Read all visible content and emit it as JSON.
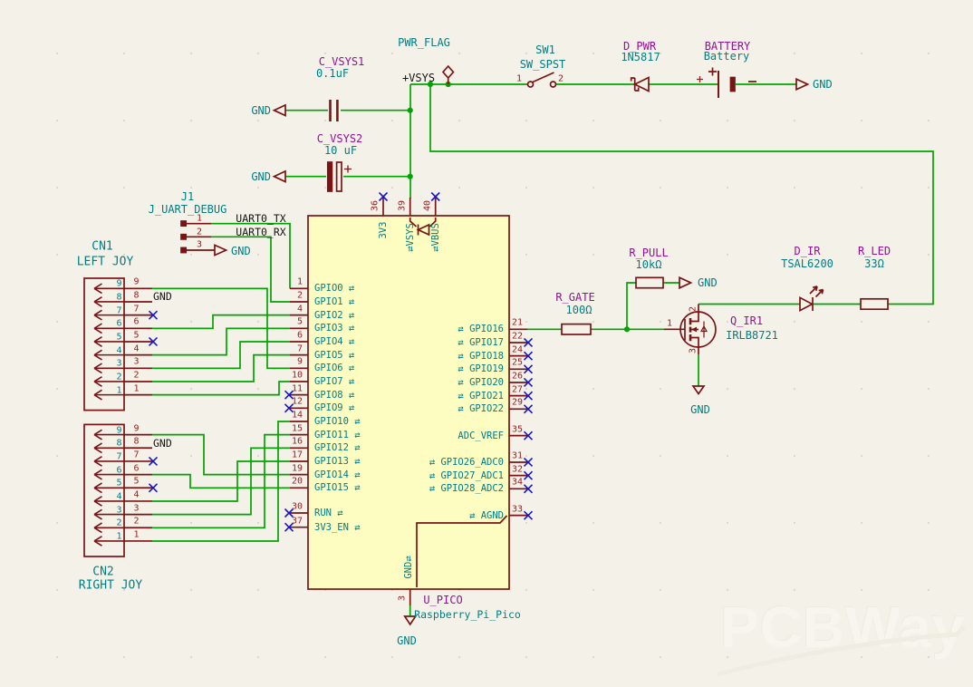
{
  "schematic": {
    "power_rail": {
      "pwr_flag": "PWR_FLAG",
      "net_vsys": "+VSYS",
      "switch": {
        "ref": "SW1",
        "value": "SW_SPST",
        "pin1": "1",
        "pin2": "2"
      },
      "diode": {
        "ref": "D_PWR",
        "value": "1N5817"
      },
      "battery": {
        "ref": "BATTERY",
        "value": "Battery"
      },
      "gnd": "GND"
    },
    "decoupling": {
      "c1": {
        "ref": "C_VSYS1",
        "value": "0.1uF",
        "gnd": "GND"
      },
      "c2": {
        "ref": "C_VSYS2",
        "value": "10 uF",
        "gnd": "GND"
      }
    },
    "uart_header": {
      "ref": "J1",
      "value": "J_UART_DEBUG",
      "pin1": "1",
      "pin2": "2",
      "pin3": "3",
      "net_tx": "UART0_TX",
      "net_rx": "UART0_RX",
      "gnd": "GND"
    },
    "cn1": {
      "ref": "CN1",
      "value": "LEFT JOY",
      "pins": [
        {
          "num": "9",
          "name": "9"
        },
        {
          "num": "8",
          "name": "8",
          "net": "GND"
        },
        {
          "num": "7",
          "name": "7",
          "nc": true
        },
        {
          "num": "6",
          "name": "6"
        },
        {
          "num": "5",
          "name": "5",
          "nc": true
        },
        {
          "num": "4",
          "name": "4"
        },
        {
          "num": "3",
          "name": "3"
        },
        {
          "num": "2",
          "name": "2"
        },
        {
          "num": "1",
          "name": "1"
        }
      ]
    },
    "cn2": {
      "ref": "CN2",
      "value": "RIGHT JOY",
      "pins": [
        {
          "num": "9",
          "name": "9"
        },
        {
          "num": "8",
          "name": "8",
          "net": "GND"
        },
        {
          "num": "7",
          "name": "7",
          "nc": true
        },
        {
          "num": "6",
          "name": "6"
        },
        {
          "num": "5",
          "name": "5",
          "nc": true
        },
        {
          "num": "4",
          "name": "4"
        },
        {
          "num": "3",
          "name": "3"
        },
        {
          "num": "2",
          "name": "2"
        },
        {
          "num": "1",
          "name": "1"
        }
      ]
    },
    "pico": {
      "ref": "U_PICO",
      "value": "Raspberry_Pi_Pico",
      "left_pins": [
        {
          "num": "1",
          "name": "GPIO0",
          "bidir": true,
          "nc": false
        },
        {
          "num": "2",
          "name": "GPIO1",
          "bidir": true,
          "nc": false
        },
        {
          "num": "4",
          "name": "GPIO2",
          "bidir": true,
          "nc": false
        },
        {
          "num": "5",
          "name": "GPIO3",
          "bidir": true,
          "nc": false
        },
        {
          "num": "6",
          "name": "GPIO4",
          "bidir": true,
          "nc": false
        },
        {
          "num": "7",
          "name": "GPIO5",
          "bidir": true,
          "nc": false
        },
        {
          "num": "9",
          "name": "GPIO6",
          "bidir": true,
          "nc": false
        },
        {
          "num": "10",
          "name": "GPIO7",
          "bidir": true,
          "nc": false
        },
        {
          "num": "11",
          "name": "GPIO8",
          "bidir": true,
          "nc": true
        },
        {
          "num": "12",
          "name": "GPIO9",
          "bidir": true,
          "nc": true
        },
        {
          "num": "14",
          "name": "GPIO10",
          "bidir": true,
          "nc": false
        },
        {
          "num": "15",
          "name": "GPIO11",
          "bidir": true,
          "nc": false
        },
        {
          "num": "16",
          "name": "GPIO12",
          "bidir": true,
          "nc": false
        },
        {
          "num": "17",
          "name": "GPIO13",
          "bidir": true,
          "nc": false
        },
        {
          "num": "19",
          "name": "GPIO14",
          "bidir": true,
          "nc": false
        },
        {
          "num": "20",
          "name": "GPIO15",
          "bidir": true,
          "nc": false
        },
        {
          "num": "30",
          "name": "RUN",
          "bidir": true,
          "nc": true
        },
        {
          "num": "37",
          "name": "3V3_EN",
          "bidir": true,
          "nc": true
        }
      ],
      "right_pins": [
        {
          "num": "21",
          "name": "GPIO16",
          "bidir": true,
          "nc": false
        },
        {
          "num": "22",
          "name": "GPIO17",
          "bidir": true,
          "nc": true
        },
        {
          "num": "24",
          "name": "GPIO18",
          "bidir": true,
          "nc": true
        },
        {
          "num": "25",
          "name": "GPIO19",
          "bidir": true,
          "nc": true
        },
        {
          "num": "26",
          "name": "GPIO20",
          "bidir": true,
          "nc": true
        },
        {
          "num": "27",
          "name": "GPIO21",
          "bidir": true,
          "nc": true
        },
        {
          "num": "29",
          "name": "GPIO22",
          "bidir": true,
          "nc": true
        },
        {
          "num": "35",
          "name": "ADC_VREF",
          "bidir": false,
          "nc": true
        },
        {
          "num": "31",
          "name": "GPIO26_ADC0",
          "bidir": true,
          "nc": true
        },
        {
          "num": "32",
          "name": "GPIO27_ADC1",
          "bidir": true,
          "nc": true
        },
        {
          "num": "34",
          "name": "GPIO28_ADC2",
          "bidir": true,
          "nc": true
        },
        {
          "num": "33",
          "name": "AGND",
          "bidir": true,
          "nc": true
        }
      ],
      "top_pins": [
        {
          "num": "36",
          "name": "3V3",
          "bidir": false,
          "nc": true
        },
        {
          "num": "39",
          "name": "VSYS",
          "bidir": true,
          "nc": false
        },
        {
          "num": "40",
          "name": "VBUS",
          "bidir": true,
          "nc": true
        }
      ],
      "bottom_pin": {
        "num": "3",
        "name": "GND"
      },
      "internal_gnd_label": "GND⇄",
      "gnd": "GND"
    },
    "ir_driver": {
      "r_gate": {
        "ref": "R_GATE",
        "value": "100Ω"
      },
      "r_pull": {
        "ref": "R_PULL",
        "value": "10kΩ",
        "gnd": "GND"
      },
      "mosfet": {
        "ref": "Q_IR1",
        "value": "IRLB8721",
        "pin1": "1",
        "pin2": "2",
        "pin3": "3",
        "gnd": "GND"
      },
      "d_ir": {
        "ref": "D_IR",
        "value": "TSAL6200"
      },
      "r_led": {
        "ref": "R_LED",
        "value": "33Ω"
      }
    },
    "watermark": "PCBWay",
    "colors": {
      "wire_green": "#00a400",
      "symbol_maroon": "#7a1414",
      "pin_number_red": "#9a2121",
      "value_teal": "#007e82",
      "reference_purple": "#941197",
      "no_connect_blue": "#1717c9",
      "chip_fill": "#fdfdc2",
      "background": "#f4f1e9"
    }
  }
}
